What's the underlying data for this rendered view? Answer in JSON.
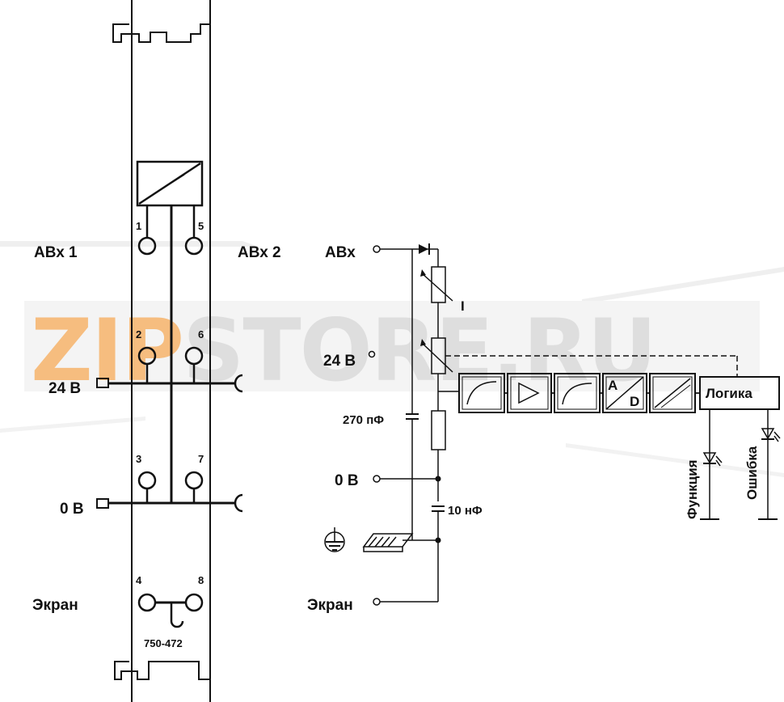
{
  "watermark": {
    "text_prefix": "ZIP",
    "text_suffix": "STORE.RU",
    "prefix_color": "#f6bd7f",
    "suffix_color": "#e2e2e2"
  },
  "terminal_block": {
    "model": "750-472",
    "terminal_numbers": [
      "1",
      "5",
      "2",
      "6",
      "3",
      "7",
      "4",
      "8"
    ],
    "labels": {
      "input1": "АВх 1",
      "input2": "АВх 2",
      "supply": "24 В",
      "ground": "0 В",
      "shield": "Экран"
    }
  },
  "schematic": {
    "labels": {
      "input": "АВх",
      "current_marker": "I",
      "supply": "24 В",
      "cap1": "270 пФ",
      "ground": "0 В",
      "cap2": "10 нФ",
      "shield": "Экран",
      "adc_a": "A",
      "adc_d": "D",
      "logic": "Логика",
      "led_function": "Функция",
      "led_error": "Ошибка"
    },
    "colors": {
      "line": "#111111"
    }
  }
}
